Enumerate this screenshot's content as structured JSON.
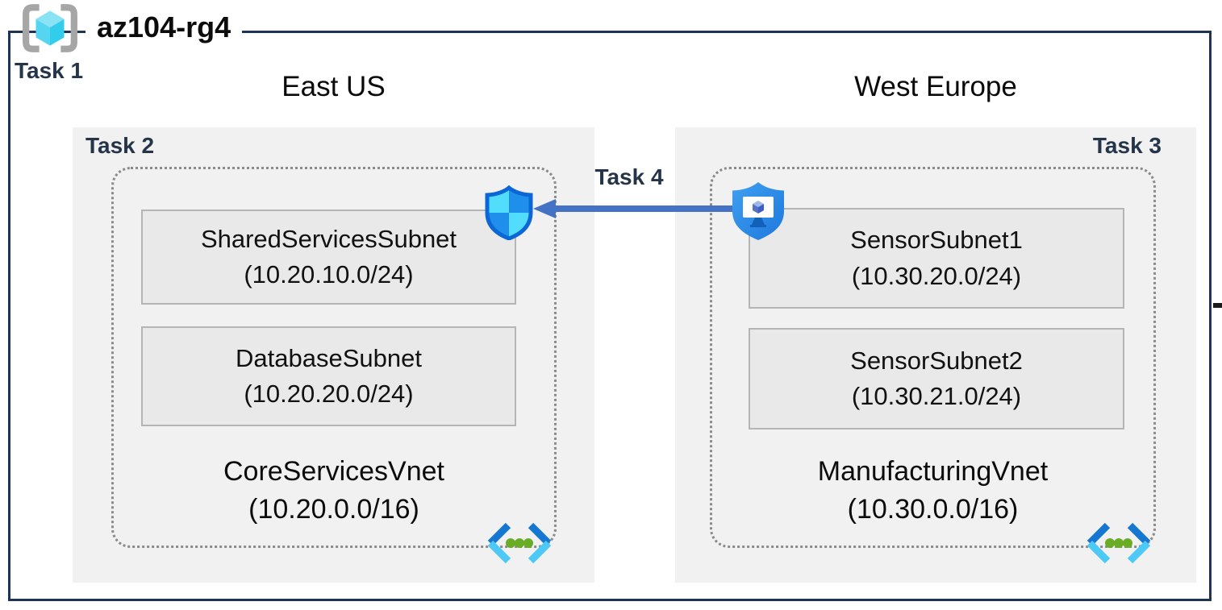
{
  "diagram": {
    "resource_group": {
      "name": "az104-rg4",
      "task": "Task 1"
    },
    "regions": [
      {
        "name": "East US",
        "task": "Task 2",
        "vnet": {
          "name": "CoreServicesVnet",
          "cidr": "(10.20.0.0/16)",
          "subnets": [
            {
              "name": "SharedServicesSubnet",
              "cidr": "(10.20.10.0/24)"
            },
            {
              "name": "DatabaseSubnet",
              "cidr": "(10.20.20.0/24)"
            }
          ]
        }
      },
      {
        "name": "West Europe",
        "task": "Task 3",
        "vnet": {
          "name": "ManufacturingVnet",
          "cidr": "(10.30.0.0/16)",
          "subnets": [
            {
              "name": "SensorSubnet1",
              "cidr": "(10.30.20.0/24)"
            },
            {
              "name": "SensorSubnet2",
              "cidr": "(10.30.21.0/24)"
            }
          ]
        }
      }
    ],
    "peering": {
      "task": "Task 4"
    },
    "icons": {
      "resource_group": "resource-group-icon",
      "nsg_shield": "network-security-group-shield-icon",
      "bastion": "bastion-shield-icon",
      "virtual_network": "virtual-network-icon"
    },
    "colors": {
      "outer_border": "#1e3454",
      "task_label": "#243449",
      "region_background": "#f1f1f1",
      "subnet_background": "#e9e9e9",
      "subnet_border": "#b5b5b5",
      "vnet_dotted_border": "#8b8b8b",
      "arrow_blue": "#4472c4",
      "shield_light_cyan": "#52ddfd",
      "shield_blue": "#1e8feb",
      "shield_outline": "#0b66d6",
      "bastion_blue": "#2e8de6",
      "vnet_icon_blue": "#1577d2",
      "vnet_icon_cyan": "#4cc9f6",
      "vnet_icon_green": "#68ad25",
      "rg_cube_cyan": "#55d5f0",
      "rg_bracket_gray": "#a6a6a6"
    }
  }
}
